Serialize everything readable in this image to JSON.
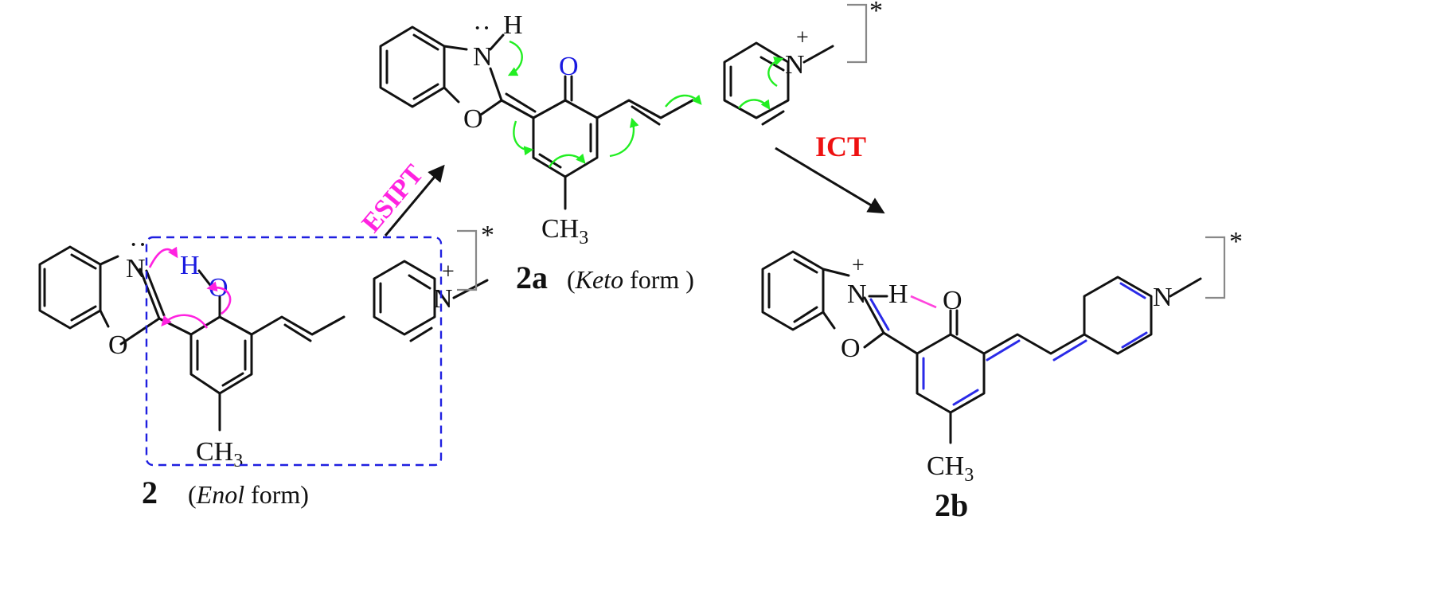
{
  "molecules": {
    "enol": {
      "number": "2",
      "form_italic": "Enol",
      "form_suffix": " form)",
      "form_prefix": "(",
      "atoms": {
        "N": "N",
        "O_ring": "O",
        "H": "H",
        "O_hydroxy": "O",
        "N_pyr": "N",
        "CH": "CH",
        "three": "3"
      },
      "charge": "+",
      "excited": "*"
    },
    "keto": {
      "number": "2a",
      "form_prefix": "(",
      "form_italic": "Keto",
      "form_suffix": " form )",
      "atoms": {
        "N": "N",
        "H": "H",
        "O_ring": "O",
        "O_keto": "O",
        "N_pyr": "N",
        "CH": "CH",
        "three": "3"
      },
      "charge": "+",
      "excited": "*"
    },
    "ict": {
      "number": "2b",
      "atoms": {
        "N": "N",
        "H": "H",
        "O_ring": "O",
        "O_keto": "O",
        "N_pyr": "N",
        "CH": "CH",
        "three": "3"
      },
      "charge": "+",
      "excited": "*"
    }
  },
  "arrows": {
    "esipt": {
      "label": "ESIPT",
      "color": "#ff22e0"
    },
    "ict": {
      "label": "ICT",
      "color": "#ee1111"
    }
  },
  "colors": {
    "bond": "#111111",
    "highlight_bond": "#2a2ae8",
    "curly_arrow_enol": "#ff22e0",
    "curly_arrow_keto": "#22ee22",
    "dashed_box": "#1f1fe0"
  }
}
